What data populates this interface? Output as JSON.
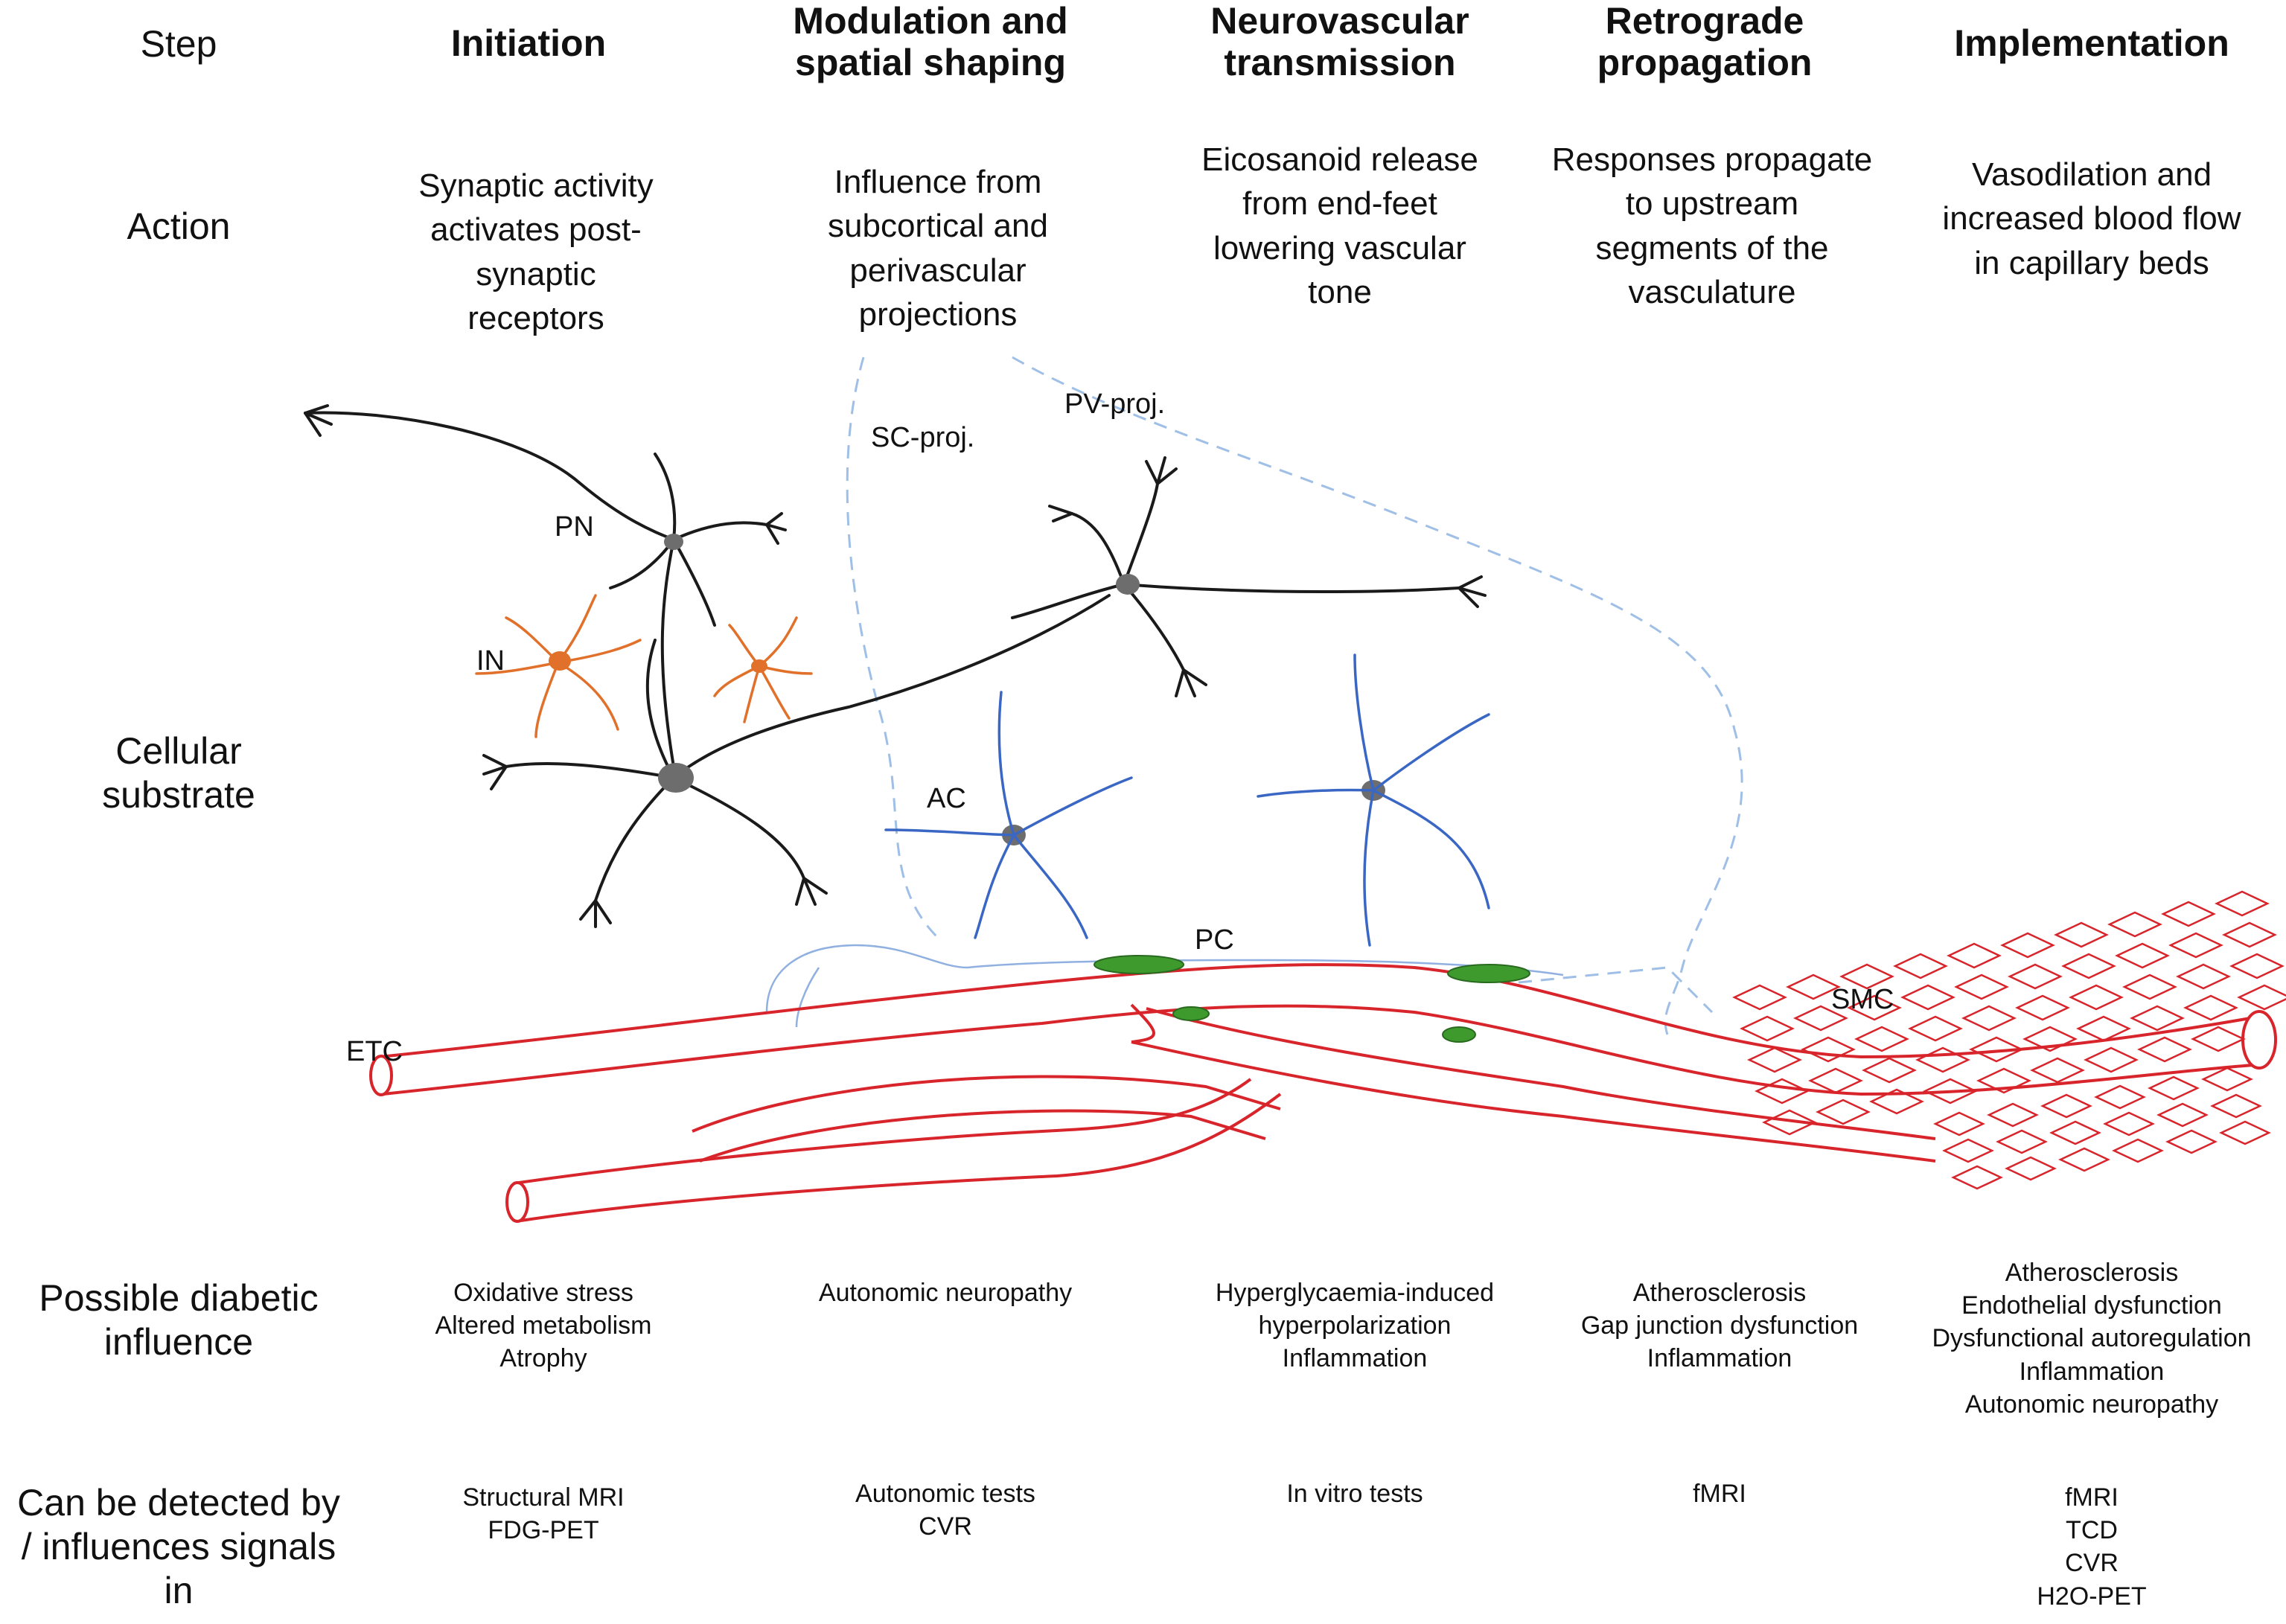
{
  "rows": {
    "step": "Step",
    "action": "Action",
    "substrate": "Cellular\nsubstrate",
    "diabetic": "Possible diabetic\ninfluence",
    "detect": "Can be detected by\n/ influences signals\nin"
  },
  "columns": [
    {
      "heading": "Initiation",
      "action": "Synaptic activity\nactivates post-synaptic\nreceptors",
      "diabetic": "Oxidative stress\nAltered metabolism\nAtrophy",
      "detect": "Structural MRI\nFDG-PET"
    },
    {
      "heading": "Modulation and\nspatial shaping",
      "action": "Influence from\nsubcortical and\nperivascular\nprojections",
      "diabetic": "Autonomic neuropathy",
      "detect": "Autonomic tests\nCVR"
    },
    {
      "heading": "Neurovascular\ntransmission",
      "action": "Eicosanoid release\nfrom end-feet\nlowering vascular\ntone",
      "diabetic": "Hyperglycaemia-induced\nhyperpolarization\nInflammation",
      "detect": "In vitro tests"
    },
    {
      "heading": "Retrograde\npropagation",
      "action": "Responses propagate\nto upstream\nsegments of the\nvasculature",
      "diabetic": "Atherosclerosis\nGap junction dysfunction\nInflammation",
      "detect": "fMRI"
    },
    {
      "heading": "Implementation",
      "action": "Vasodilation and\nincreased blood flow\nin capillary beds",
      "diabetic": "Atherosclerosis\nEndothelial dysfunction\nDysfunctional autoregulation\nInflammation\nAutonomic neuropathy",
      "detect": "fMRI\nTCD\nCVR\nH2O-PET"
    }
  ],
  "cell_labels": {
    "pn": "PN",
    "in": "IN",
    "ac": "AC",
    "pc": "PC",
    "etc": "ETC",
    "smc": "SMC",
    "sc_proj": "SC-proj.",
    "pv_proj": "PV-proj."
  },
  "colors": {
    "neuron": "#1a1a1a",
    "interneuron": "#e0702a",
    "astrocyte": "#3a66c4",
    "astrocyte_light": "#8fb0e0",
    "projection": "#9fbfe6",
    "vessel": "#d8242b",
    "pericyte": "#3f9a2e"
  }
}
